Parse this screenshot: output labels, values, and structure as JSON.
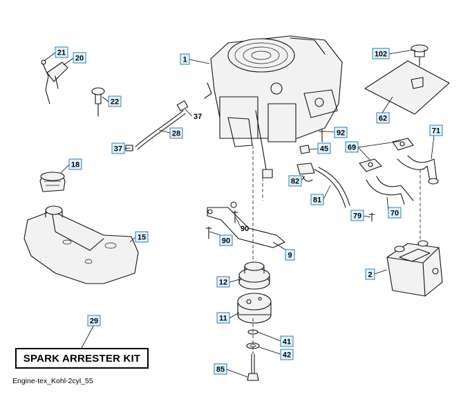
{
  "kit_label": "SPARK ARRESTER KIT",
  "footer_text": "Engine-tex_Kohl-2cyl_55",
  "callouts": [
    "1",
    "2",
    "9",
    "11",
    "12",
    "15",
    "18",
    "20",
    "21",
    "22",
    "28",
    "29",
    "37",
    "37",
    "41",
    "42",
    "45",
    "62",
    "69",
    "70",
    "71",
    "79",
    "81",
    "82",
    "85",
    "90",
    "90",
    "92",
    "102"
  ],
  "colors": {
    "callout_fill": "#dff4fb",
    "callout_border": "#2b7fb8",
    "line": "#111111"
  }
}
